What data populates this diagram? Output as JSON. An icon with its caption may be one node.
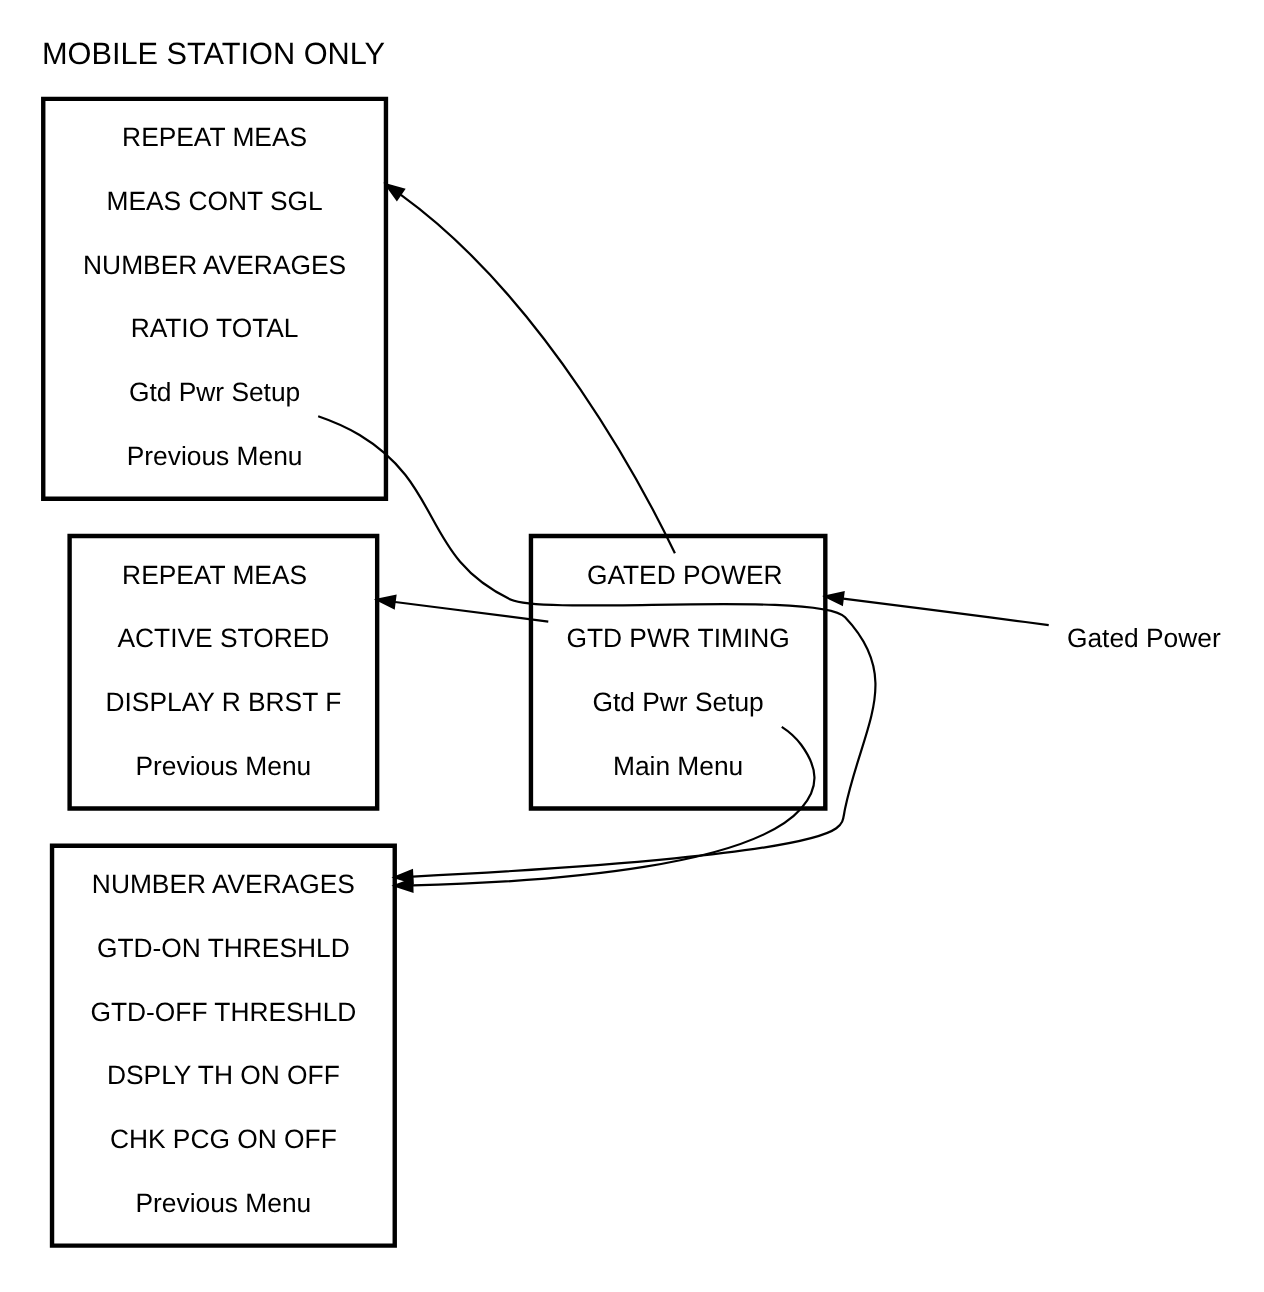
{
  "diagram": {
    "title": "MOBILE STATION ONLY",
    "nodes": [
      {
        "text": [
          "Gated Power"
        ]
      },
      {
        "text": [],
        "shape": "box"
      },
      {
        "text": [
          "GATED POWER"
        ],
        "in": 1
      },
      {
        "text": [
          "GTD PWR TIMING"
        ],
        "in": 1
      },
      {
        "text": [
          "Gtd Pwr Setup"
        ],
        "in": 1
      },
      {
        "text": [
          "Main Menu"
        ],
        "in": 1
      },
      {
        "text": [],
        "shape": "box"
      },
      {
        "text": [
          "REPEAT MEAS"
        ],
        "in": 6
      },
      {
        "text": [
          "MEAS CONT SGL"
        ],
        "in": 6
      },
      {
        "text": [
          "NUMBER AVERAGES"
        ],
        "in": 6
      },
      {
        "text": [
          "RATIO TOTAL"
        ],
        "in": 6
      },
      {
        "text": [
          "Gtd Pwr Setup"
        ],
        "in": 6
      },
      {
        "text": [
          "Previous Menu"
        ],
        "in": 6
      },
      {
        "text": [],
        "shape": "box"
      },
      {
        "text": [
          "REPEAT MEAS"
        ],
        "in": 13
      },
      {
        "text": [
          "ACTIVE STORED"
        ],
        "in": 13
      },
      {
        "text": [
          "DISPLAY R BRST F"
        ],
        "in": 13
      },
      {
        "text": [
          "Previous Menu"
        ],
        "in": 13
      },
      {
        "text": [],
        "shape": "box"
      },
      {
        "text": [
          "NUMBER AVERAGES"
        ],
        "in": 18
      },
      {
        "text": [
          "GTD-ON THRESHLD"
        ],
        "in": 18
      },
      {
        "text": [
          "GTD-OFF THRESHLD"
        ],
        "in": 18
      },
      {
        "text": [
          "DSPLY TH ON OFF"
        ],
        "in": 18
      },
      {
        "text": [
          "CHK PCG ON OFF"
        ],
        "in": 18
      },
      {
        "text": [
          "Previous Menu"
        ],
        "in": 18
      }
    ],
    "edges": [
      {
        "from": 0,
        "to": 1,
        "arrow": "to"
      },
      {
        "from": 2,
        "to": 6,
        "arrow": "to"
      },
      {
        "from": 3,
        "to": 13,
        "arrow": "to"
      },
      {
        "from": 4,
        "to": 18,
        "arrow": "to"
      },
      {
        "from": 11,
        "to": 18,
        "arrow": "to"
      }
    ]
  }
}
